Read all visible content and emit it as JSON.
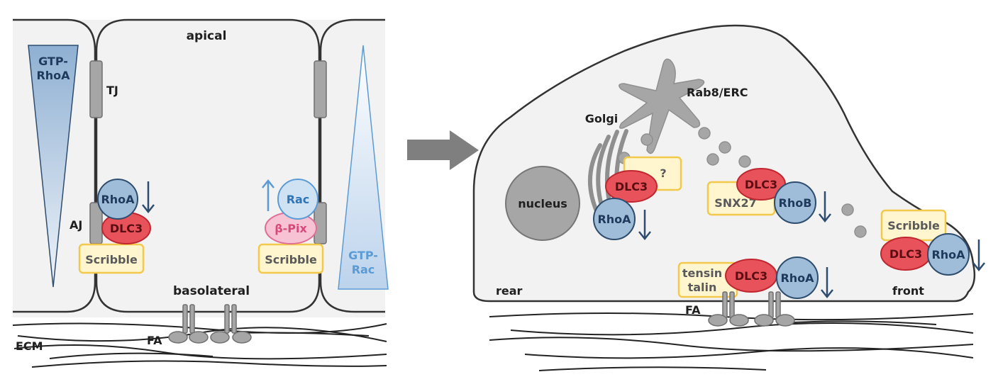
{
  "left_panel": {
    "apical": "apical",
    "tj": "TJ",
    "aj": "AJ",
    "basolateral": "basolateral",
    "ecm": "ECM",
    "fa": "FA",
    "gtp_rhoa": [
      "GTP-",
      "RhoA"
    ],
    "gtp_rac": [
      "GTP-",
      "Rac"
    ],
    "rhoa": "RhoA",
    "dlc3": "DLC3",
    "scribble_left": "Scribble",
    "rac": "Rac",
    "beta_pix": "β-Pix",
    "scribble_right": "Scribble"
  },
  "right_panel": {
    "rab8_erc": "Rab8/ERC",
    "golgi": "Golgi",
    "nucleus": "nucleus",
    "question": "?",
    "dlc3_golgi": "DLC3",
    "rhoa_golgi": "RhoA",
    "dlc3_snx": "DLC3",
    "snx27": "SNX27",
    "rhob": "RhoB",
    "scribble": "Scribble",
    "dlc3_front": "DLC3",
    "rhoa_front": "RhoA",
    "tensin": "tensin",
    "talin": "talin",
    "dlc3_fa": "DLC3",
    "rhoa_fa": "RhoA",
    "fa": "FA",
    "rear": "rear",
    "front": "front"
  },
  "colors": {
    "cell_fill": "#f2f2f2",
    "outline": "#333333",
    "grey_struct": "#a6a6a6",
    "rho_fill": "#9fbcd9",
    "rho_stroke": "#2e4d6e",
    "rho_text": "#1f3a5c",
    "dlc3_fill": "#e8535b",
    "dlc3_stroke": "#c0262f",
    "dlc3_text": "#5a0e12",
    "scribble_fill": "#fff6cf",
    "scribble_stroke": "#f2c94c",
    "scribble_text": "#595959",
    "rac_fill": "#cfe2f3",
    "rac_stroke": "#5b9bd5",
    "rac_text": "#2e75b6",
    "pix_fill": "#f7c3d4",
    "pix_stroke": "#e06f98",
    "pix_text": "#d9487a",
    "big_arrow": "#7f7f7f"
  }
}
